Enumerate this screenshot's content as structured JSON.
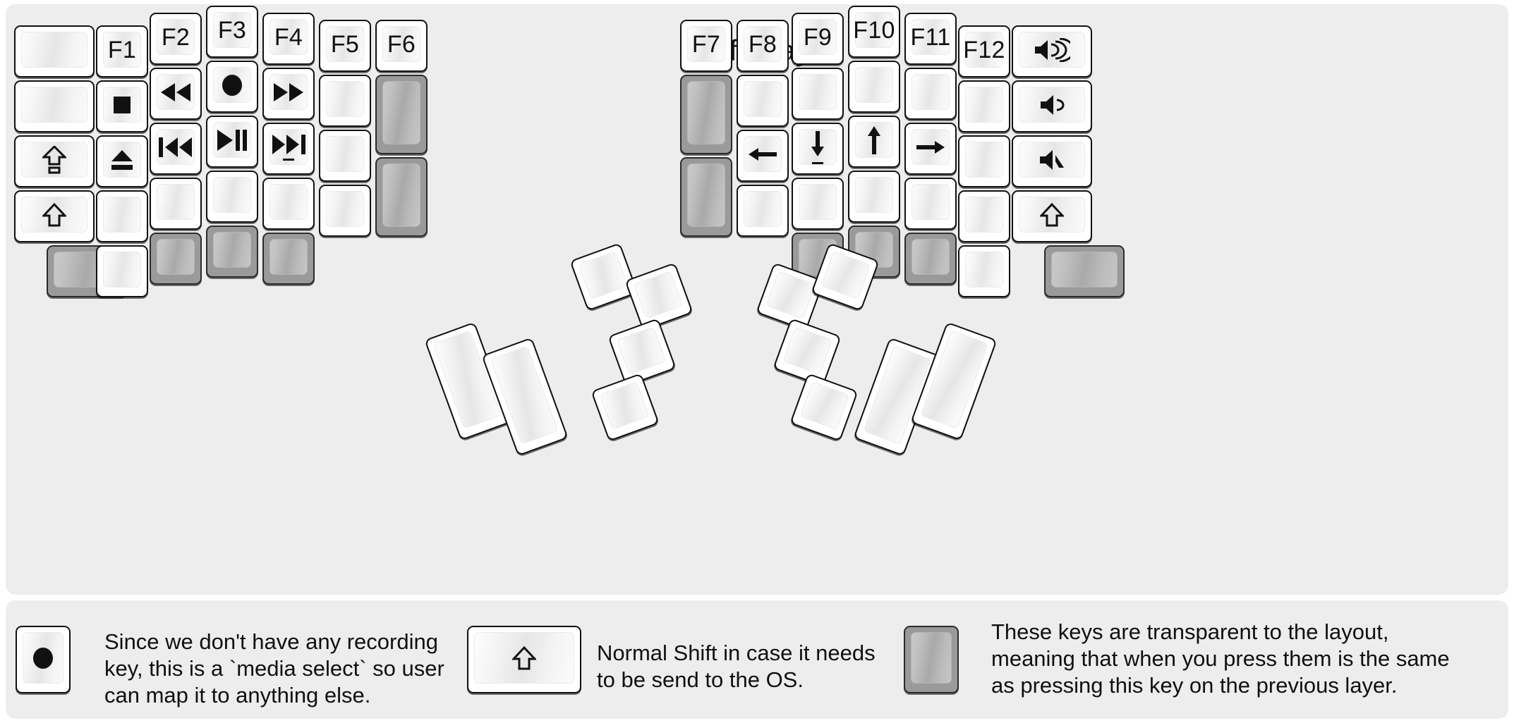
{
  "title": "fn Layer",
  "colors": {
    "panel_bg": "#ededed",
    "page_bg": "#ffffff",
    "key_border": "#111111",
    "key_face_light": "#fdfdfd",
    "key_face_shade": "#e6e6e6",
    "transparent_key": "#9a9a9a",
    "legend_text": "#101010"
  },
  "left_half": {
    "columns": [
      {
        "name": "outer-col",
        "keys": [
          {
            "legend": "",
            "icon": "",
            "type": "normal"
          },
          {
            "legend": "",
            "icon": "",
            "type": "normal"
          },
          {
            "legend": "",
            "icon": "caps-lock-icon",
            "type": "normal"
          },
          {
            "legend": "",
            "icon": "shift-icon",
            "type": "normal"
          },
          {
            "legend": "",
            "icon": "",
            "type": "transparent"
          }
        ]
      },
      {
        "name": "pinky-col",
        "keys": [
          {
            "legend": "F1",
            "icon": "",
            "type": "normal"
          },
          {
            "legend": "",
            "icon": "media-stop-icon",
            "type": "normal"
          },
          {
            "legend": "",
            "icon": "media-eject-icon",
            "type": "normal"
          },
          {
            "legend": "",
            "icon": "",
            "type": "normal"
          },
          {
            "legend": "",
            "icon": "",
            "type": "normal"
          }
        ]
      },
      {
        "name": "ring-col",
        "keys": [
          {
            "legend": "F2",
            "icon": "",
            "type": "normal"
          },
          {
            "legend": "",
            "icon": "media-rewind-icon",
            "type": "normal"
          },
          {
            "legend": "",
            "icon": "media-previous-icon",
            "type": "normal"
          },
          {
            "legend": "",
            "icon": "",
            "type": "normal"
          },
          {
            "legend": "",
            "icon": "",
            "type": "transparent"
          }
        ]
      },
      {
        "name": "middle-col",
        "keys": [
          {
            "legend": "F3",
            "icon": "",
            "type": "normal"
          },
          {
            "legend": "",
            "icon": "media-record-icon",
            "type": "normal"
          },
          {
            "legend": "",
            "icon": "media-play-pause-icon",
            "type": "normal"
          },
          {
            "legend": "",
            "icon": "",
            "type": "normal"
          },
          {
            "legend": "",
            "icon": "",
            "type": "transparent"
          }
        ]
      },
      {
        "name": "index-col",
        "keys": [
          {
            "legend": "F4",
            "icon": "",
            "type": "normal"
          },
          {
            "legend": "",
            "icon": "media-fast-forward-icon",
            "type": "normal"
          },
          {
            "legend": "",
            "icon": "media-next-icon",
            "type": "normal"
          },
          {
            "legend": "",
            "icon": "",
            "type": "normal"
          },
          {
            "legend": "",
            "icon": "",
            "type": "transparent"
          }
        ]
      },
      {
        "name": "inner-col",
        "keys": [
          {
            "legend": "F5",
            "icon": "",
            "type": "normal"
          },
          {
            "legend": "",
            "icon": "",
            "type": "normal"
          },
          {
            "legend": "",
            "icon": "",
            "type": "normal"
          },
          {
            "legend": "",
            "icon": "",
            "type": "normal"
          }
        ]
      },
      {
        "name": "innermost-col",
        "keys": [
          {
            "legend": "F6",
            "icon": "",
            "type": "normal"
          },
          {
            "legend": "",
            "icon": "",
            "type": "transparent-tall"
          },
          {
            "legend": "",
            "icon": "",
            "type": "transparent-tall"
          }
        ]
      }
    ],
    "thumb_cluster": [
      {
        "legend": "",
        "icon": "",
        "type": "normal",
        "size": "large"
      },
      {
        "legend": "",
        "icon": "",
        "type": "normal",
        "size": "large"
      },
      {
        "legend": "",
        "icon": "",
        "type": "normal",
        "size": "small"
      },
      {
        "legend": "",
        "icon": "",
        "type": "normal",
        "size": "small"
      },
      {
        "legend": "",
        "icon": "",
        "type": "normal",
        "size": "small"
      },
      {
        "legend": "",
        "icon": "",
        "type": "normal",
        "size": "small"
      }
    ]
  },
  "right_half": {
    "columns": [
      {
        "name": "innermost-col",
        "keys": [
          {
            "legend": "F7",
            "icon": "",
            "type": "normal"
          },
          {
            "legend": "",
            "icon": "",
            "type": "transparent-tall"
          },
          {
            "legend": "",
            "icon": "",
            "type": "transparent-tall"
          }
        ]
      },
      {
        "name": "inner-col",
        "keys": [
          {
            "legend": "F8",
            "icon": "",
            "type": "normal"
          },
          {
            "legend": "",
            "icon": "",
            "type": "normal"
          },
          {
            "legend": "",
            "icon": "arrow-left-icon",
            "type": "normal"
          },
          {
            "legend": "",
            "icon": "",
            "type": "normal"
          }
        ]
      },
      {
        "name": "index-col",
        "keys": [
          {
            "legend": "F9",
            "icon": "",
            "type": "normal"
          },
          {
            "legend": "",
            "icon": "",
            "type": "normal"
          },
          {
            "legend": "",
            "icon": "arrow-down-icon",
            "type": "normal"
          },
          {
            "legend": "",
            "icon": "",
            "type": "normal"
          },
          {
            "legend": "",
            "icon": "",
            "type": "transparent"
          }
        ]
      },
      {
        "name": "middle-col",
        "keys": [
          {
            "legend": "F10",
            "icon": "",
            "type": "normal"
          },
          {
            "legend": "",
            "icon": "",
            "type": "normal"
          },
          {
            "legend": "",
            "icon": "arrow-up-icon",
            "type": "normal"
          },
          {
            "legend": "",
            "icon": "",
            "type": "normal"
          },
          {
            "legend": "",
            "icon": "",
            "type": "transparent"
          }
        ]
      },
      {
        "name": "ring-col",
        "keys": [
          {
            "legend": "F11",
            "icon": "",
            "type": "normal"
          },
          {
            "legend": "",
            "icon": "",
            "type": "normal"
          },
          {
            "legend": "",
            "icon": "arrow-right-icon",
            "type": "normal"
          },
          {
            "legend": "",
            "icon": "",
            "type": "normal"
          },
          {
            "legend": "",
            "icon": "",
            "type": "transparent"
          }
        ]
      },
      {
        "name": "pinky-col",
        "keys": [
          {
            "legend": "F12",
            "icon": "",
            "type": "normal"
          },
          {
            "legend": "",
            "icon": "",
            "type": "normal"
          },
          {
            "legend": "",
            "icon": "",
            "type": "normal"
          },
          {
            "legend": "",
            "icon": "",
            "type": "normal"
          },
          {
            "legend": "",
            "icon": "",
            "type": "normal"
          }
        ]
      },
      {
        "name": "outer-col",
        "keys": [
          {
            "legend": "",
            "icon": "volume-up-icon",
            "type": "normal"
          },
          {
            "legend": "",
            "icon": "volume-down-icon",
            "type": "normal"
          },
          {
            "legend": "",
            "icon": "volume-mute-icon",
            "type": "normal"
          },
          {
            "legend": "",
            "icon": "shift-icon",
            "type": "normal"
          },
          {
            "legend": "",
            "icon": "",
            "type": "transparent"
          }
        ]
      }
    ],
    "thumb_cluster": [
      {
        "legend": "",
        "icon": "",
        "type": "normal",
        "size": "small"
      },
      {
        "legend": "",
        "icon": "",
        "type": "normal",
        "size": "small"
      },
      {
        "legend": "",
        "icon": "",
        "type": "normal",
        "size": "small"
      },
      {
        "legend": "",
        "icon": "",
        "type": "normal",
        "size": "small"
      },
      {
        "legend": "",
        "icon": "",
        "type": "normal",
        "size": "large"
      },
      {
        "legend": "",
        "icon": "",
        "type": "normal",
        "size": "large"
      }
    ]
  },
  "legend": [
    {
      "key_icon": "media-record-icon",
      "key_type": "normal",
      "text": "Since we don't have any recording\nkey, this is a `media select` so user\ncan map it to anything else."
    },
    {
      "key_icon": "shift-icon",
      "key_type": "normal",
      "text": "Normal Shift in case it needs\nto be send to the OS."
    },
    {
      "key_icon": "",
      "key_type": "transparent",
      "text": "These keys are transparent to the layout,\nmeaning that when you press them is the same\nas pressing this key on the previous layer."
    }
  ]
}
